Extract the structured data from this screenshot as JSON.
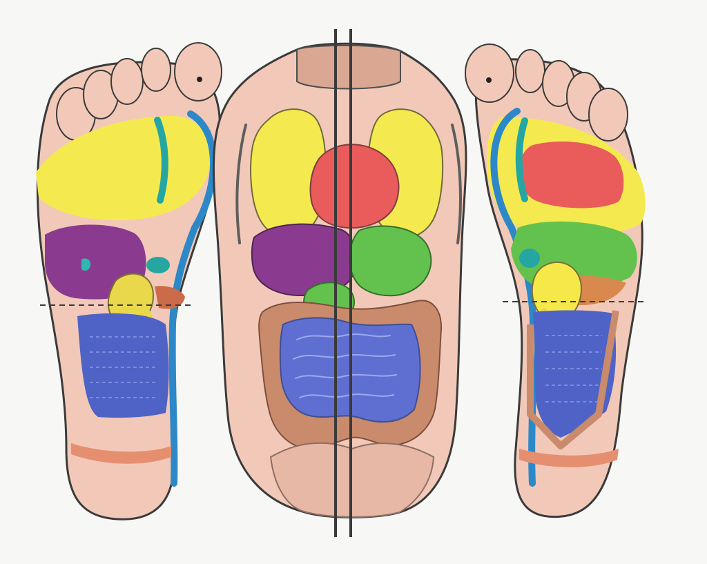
{
  "figure": {
    "background": "#f7f7f5",
    "skin": "#f2c9b8",
    "outline": "#3a3a3a",
    "divider": "#3a3a3a",
    "colors": {
      "lungs": "#f4ea4f",
      "heart": "#ea5b5b",
      "liver": "#8a3b8f",
      "stomach": "#63c24e",
      "gallbladder": "#f7e84a",
      "kidney": "#e8d84a",
      "intestine": "#4f63c6",
      "colon": "#c98b6b",
      "bladder": "#cb6b4a",
      "spine_left": "#2fa0a8",
      "spine_right": "#2d88c8",
      "accent_teal": "#25a6a2"
    }
  },
  "icons": {
    "left_foot": "left-foot-reflexology-map",
    "right_foot": "right-foot-reflexology-map",
    "torso": "human-torso-organs"
  }
}
